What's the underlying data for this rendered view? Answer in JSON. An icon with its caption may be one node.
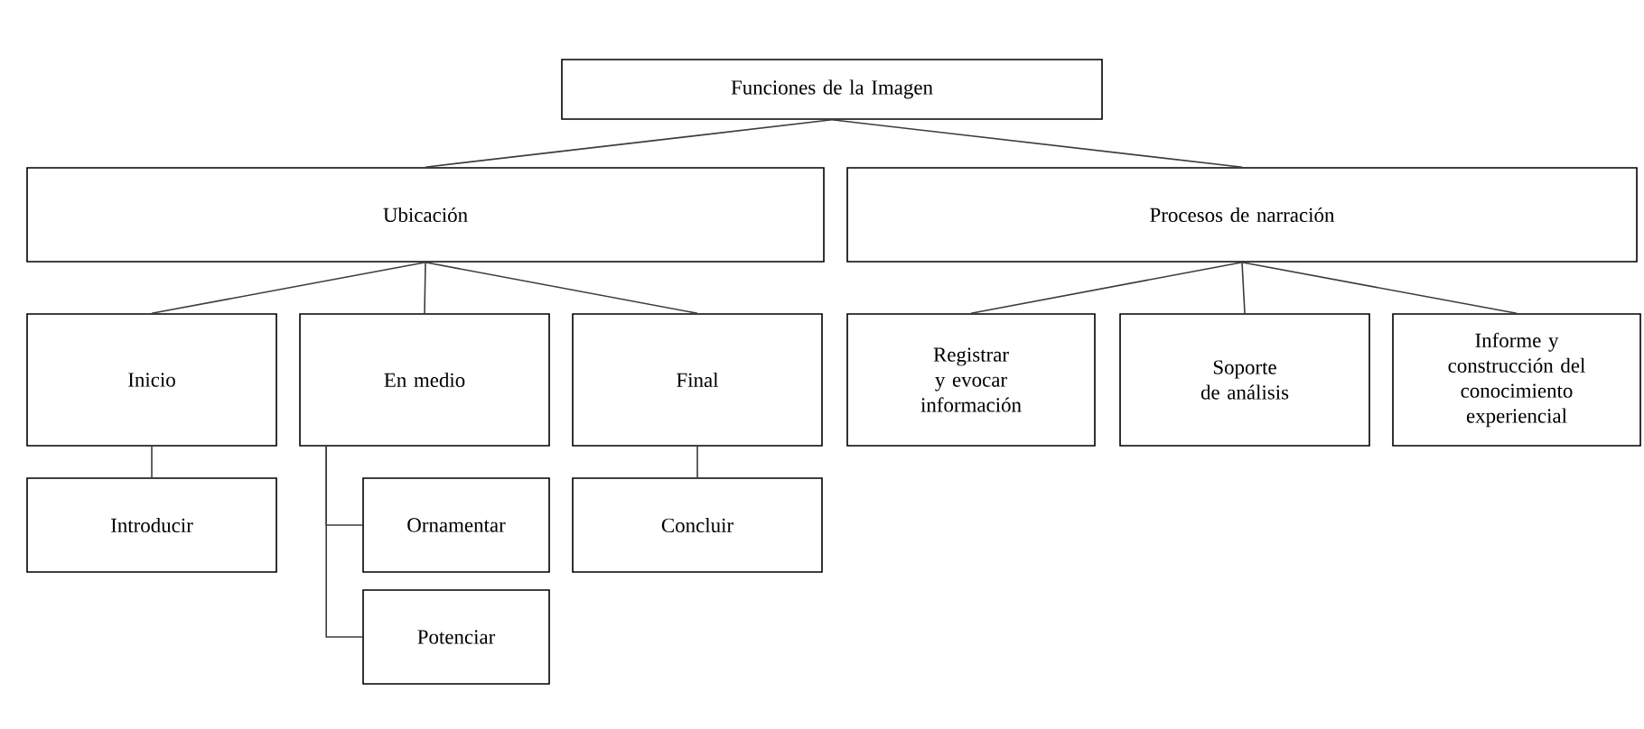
{
  "diagram": {
    "nodes": [
      {
        "text": [
          "Funciones de la Imagen"
        ]
      },
      {
        "text": [
          "Ubicación"
        ]
      },
      {
        "text": [
          "Procesos de narración"
        ]
      },
      {
        "text": [
          "Inicio"
        ]
      },
      {
        "text": [
          "En medio"
        ]
      },
      {
        "text": [
          "Final"
        ]
      },
      {
        "text": [
          "Registrar y evocar información"
        ]
      },
      {
        "text": [
          "Soporte de análisis"
        ]
      },
      {
        "text": [
          "Informe y construcción del conocimiento experiencial"
        ]
      },
      {
        "text": [
          "Introducir"
        ]
      },
      {
        "text": [
          "Ornamentar"
        ]
      },
      {
        "text": [
          "Potenciar"
        ]
      },
      {
        "text": [
          "Concluir"
        ]
      }
    ],
    "edges": [
      {
        "from": 0,
        "to": 1,
        "arrow": "none"
      },
      {
        "from": 0,
        "to": 2,
        "arrow": "none"
      },
      {
        "from": 1,
        "to": 3,
        "arrow": "none"
      },
      {
        "from": 1,
        "to": 4,
        "arrow": "none"
      },
      {
        "from": 1,
        "to": 5,
        "arrow": "none"
      },
      {
        "from": 2,
        "to": 6,
        "arrow": "none"
      },
      {
        "from": 2,
        "to": 7,
        "arrow": "none"
      },
      {
        "from": 2,
        "to": 8,
        "arrow": "none"
      },
      {
        "from": 3,
        "to": 9,
        "arrow": "none"
      },
      {
        "from": 4,
        "to": 10,
        "arrow": "none"
      },
      {
        "from": 4,
        "to": 11,
        "arrow": "none"
      },
      {
        "from": 5,
        "to": 12,
        "arrow": "none"
      }
    ]
  }
}
